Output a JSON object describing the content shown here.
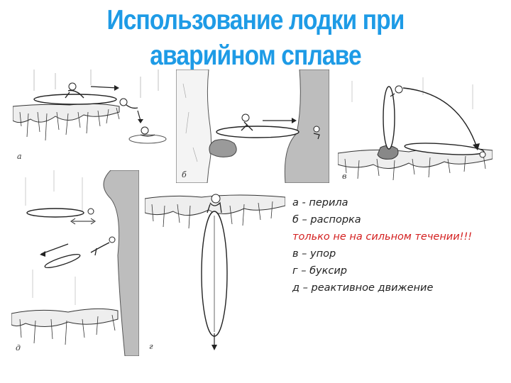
{
  "slide": {
    "title_lines": [
      "Использование лодки при",
      "аварийном сплаве"
    ],
    "legend": {
      "line_a": "а -  перила",
      "line_b": "б – распорка",
      "line_warning": "только не на сильном течении!!!",
      "line_v": "в – упор",
      "line_g": "г – буксир",
      "line_d": "д – реактивное движение"
    },
    "panels": [
      {
        "letter": "а"
      },
      {
        "letter": "б"
      },
      {
        "letter": "в"
      },
      {
        "letter": "д"
      },
      {
        "letter": "г"
      }
    ],
    "colors": {
      "title": "#1e9be6",
      "warning": "#d42020",
      "text": "#222222"
    }
  }
}
